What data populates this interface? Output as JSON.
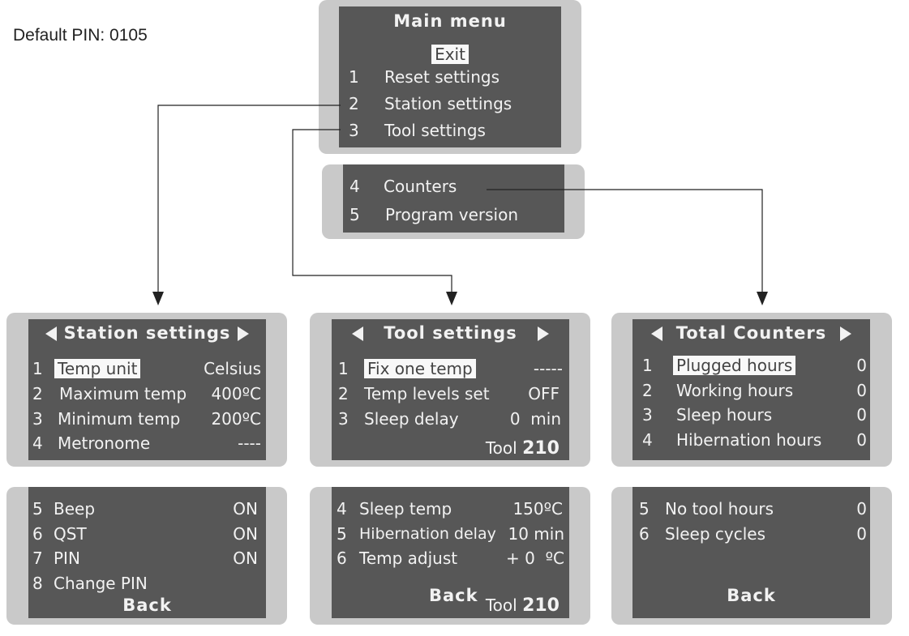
{
  "default_pin": "Default PIN: 0105",
  "main_menu": {
    "title": "Main menu",
    "exit": "Exit",
    "items": [
      {
        "num": "1",
        "label": "Reset settings"
      },
      {
        "num": "2",
        "label": "Station settings"
      },
      {
        "num": "3",
        "label": "Tool settings"
      },
      {
        "num": "4",
        "label": "Counters"
      },
      {
        "num": "5",
        "label": "Program version"
      }
    ]
  },
  "station": {
    "title": "Station settings",
    "rows": [
      {
        "num": "1",
        "label": "Temp unit",
        "value": "Celsius"
      },
      {
        "num": "2",
        "label": "Maximum temp",
        "value": "400ºC"
      },
      {
        "num": "3",
        "label": "Minimum temp",
        "value": "200ºC"
      },
      {
        "num": "4",
        "label": "Metronome",
        "value": "----"
      },
      {
        "num": "5",
        "label": "Beep",
        "value": "ON"
      },
      {
        "num": "6",
        "label": "QST",
        "value": "ON"
      },
      {
        "num": "7",
        "label": "PIN",
        "value": "ON"
      },
      {
        "num": "8",
        "label": "Change PIN",
        "value": ""
      }
    ],
    "back": "Back"
  },
  "tool": {
    "title": "Tool settings",
    "rows": [
      {
        "num": "1",
        "label": "Fix one temp",
        "value": "-----"
      },
      {
        "num": "2",
        "label": "Temp levels set",
        "value": "OFF"
      },
      {
        "num": "3",
        "label": "Sleep delay",
        "value": "0  min"
      },
      {
        "num": "4",
        "label": "Sleep temp",
        "value": "150ºC"
      },
      {
        "num": "5",
        "label": "Hibernation delay",
        "value": "10 min"
      },
      {
        "num": "6",
        "label": "Temp adjust",
        "value": "+ 0  ºC"
      }
    ],
    "tool_label": "Tool",
    "tool_num": "210",
    "back": "Back"
  },
  "counters": {
    "title": "Total Counters",
    "rows": [
      {
        "num": "1",
        "label": "Plugged hours",
        "value": "0"
      },
      {
        "num": "2",
        "label": "Working hours",
        "value": "0"
      },
      {
        "num": "3",
        "label": "Sleep hours",
        "value": "0"
      },
      {
        "num": "4",
        "label": "Hibernation hours",
        "value": "0"
      },
      {
        "num": "5",
        "label": "No tool hours",
        "value": "0"
      },
      {
        "num": "6",
        "label": "Sleep cycles",
        "value": "0"
      }
    ],
    "back": "Back"
  },
  "colors": {
    "frame": "#c9c9c9",
    "screen": "#575757",
    "text": "#f2f2f2",
    "line": "#222222"
  },
  "icons": [
    "arrow-left-icon",
    "arrow-right-icon",
    "down-arrow-icon"
  ]
}
